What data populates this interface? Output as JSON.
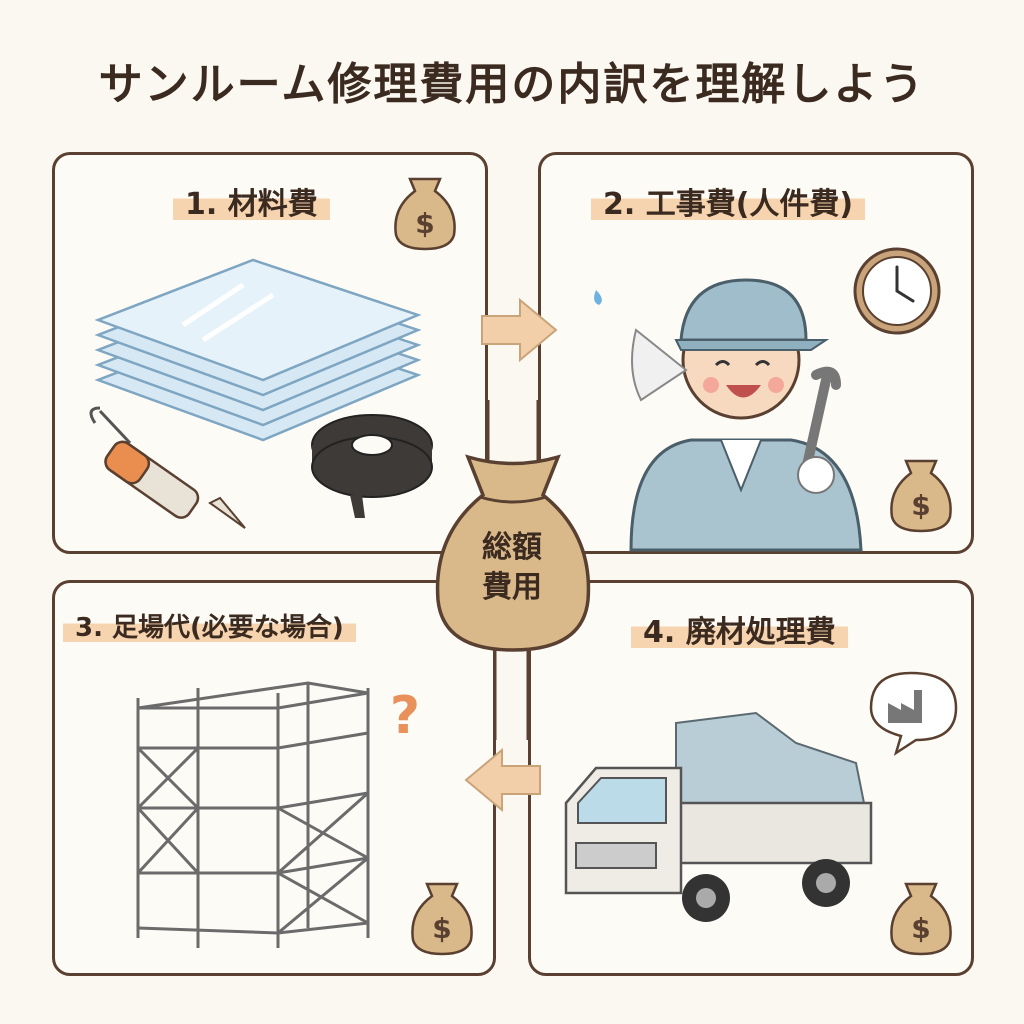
{
  "title": "サンルーム修理費用の内訳を理解しよう",
  "center": {
    "line1": "総額",
    "line2": "費用"
  },
  "panels": [
    {
      "label": "1. 材料費"
    },
    {
      "label": "2. 工事費(人件費)"
    },
    {
      "label": "3. 足場代(必要な場合)"
    },
    {
      "label": "4. 廃材処理費"
    }
  ],
  "icons": {
    "money_bag": "money-bag-icon",
    "dollar": "$",
    "question": "?"
  },
  "colors": {
    "text": "#3b2a1f",
    "border": "#5a4030",
    "highlight": "#f7d4b0",
    "arrow": "#f2cfa8",
    "bag": "#d9b88a",
    "background": "#fbf8f1"
  }
}
